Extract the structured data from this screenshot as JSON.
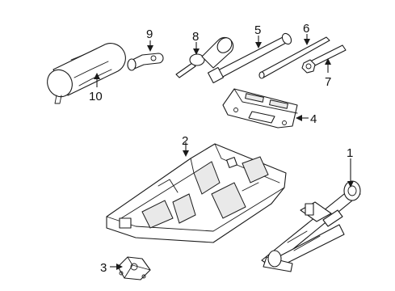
{
  "callouts": [
    {
      "id": "1",
      "part": "scissor-jack"
    },
    {
      "id": "2",
      "part": "storage-tray"
    },
    {
      "id": "3",
      "part": "jack-base-pad"
    },
    {
      "id": "4",
      "part": "mounting-bracket"
    },
    {
      "id": "5",
      "part": "extension-bar"
    },
    {
      "id": "6",
      "part": "handle-rod"
    },
    {
      "id": "7",
      "part": "lug-wrench-rod"
    },
    {
      "id": "8",
      "part": "socket-wrench"
    },
    {
      "id": "9",
      "part": "hook-adapter"
    },
    {
      "id": "10",
      "part": "tool-bag"
    }
  ]
}
